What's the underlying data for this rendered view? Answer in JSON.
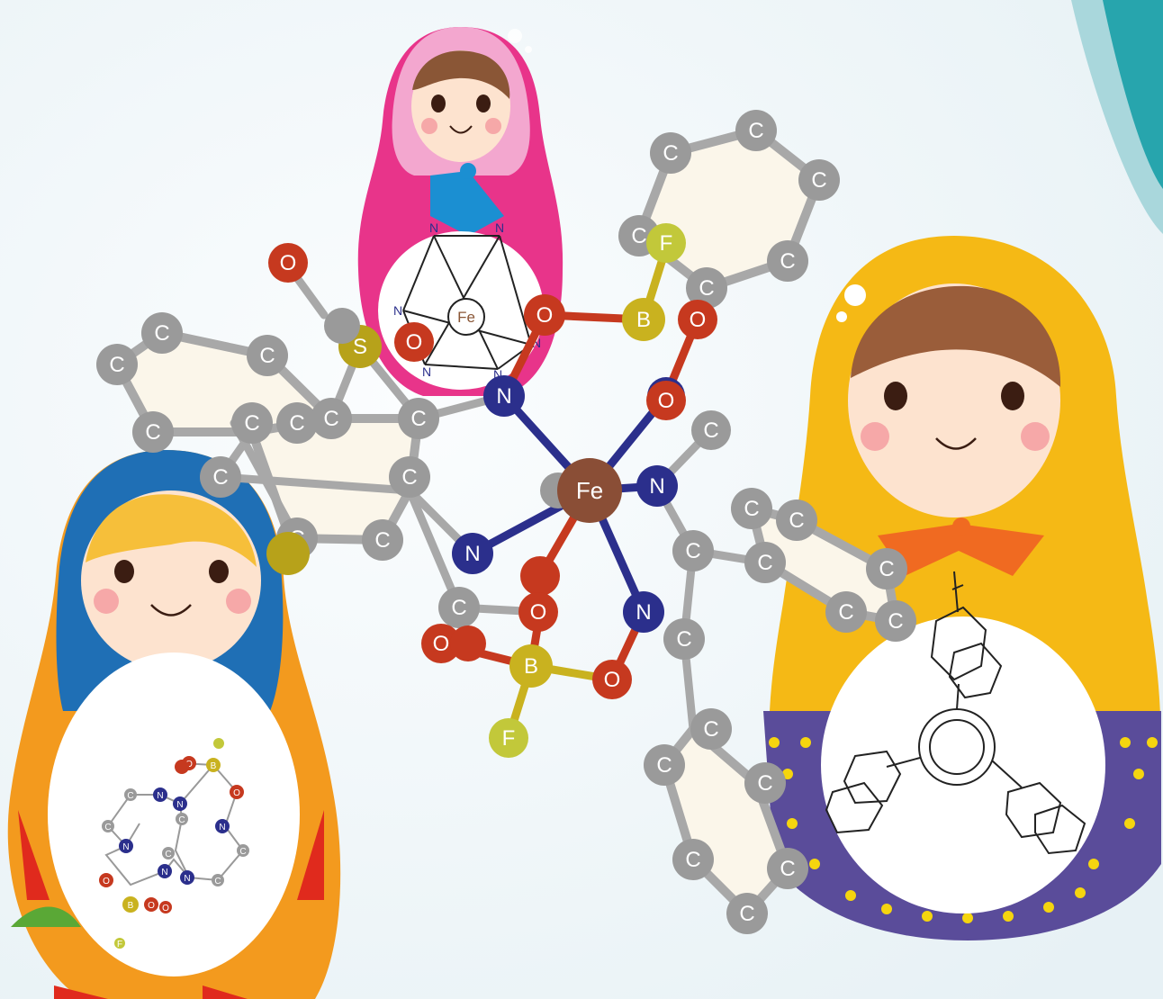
{
  "atom_colors": {
    "C": "#9a9a9a",
    "N": "#2b2f8c",
    "O": "#c6391f",
    "S": "#b7a21a",
    "B": "#c9b21f",
    "F": "#c2c83a",
    "Fe": "#8a4e36"
  },
  "bond_color": "#a0a0a0",
  "doll_colors": {
    "pink_doll": "#e03a8a",
    "blue_doll": "#1f6fb5",
    "orange_doll_body": "#f39a1e",
    "yellow_doll": "#f5b915",
    "yellow_doll_base": "#5a4c9a"
  },
  "doll_inset_labels": {
    "pink_doll_center": "Fe",
    "pink_doll_nitrogens": [
      "N",
      "N",
      "N",
      "N",
      "N",
      "N"
    ]
  },
  "background_accent": "#27a5ad",
  "molecule_labels": {
    "central_metal": "Fe",
    "boron_labels": [
      "B",
      "B"
    ],
    "fluorine_labels": [
      "F",
      "F"
    ],
    "sulfur_labels": [
      "S"
    ]
  }
}
